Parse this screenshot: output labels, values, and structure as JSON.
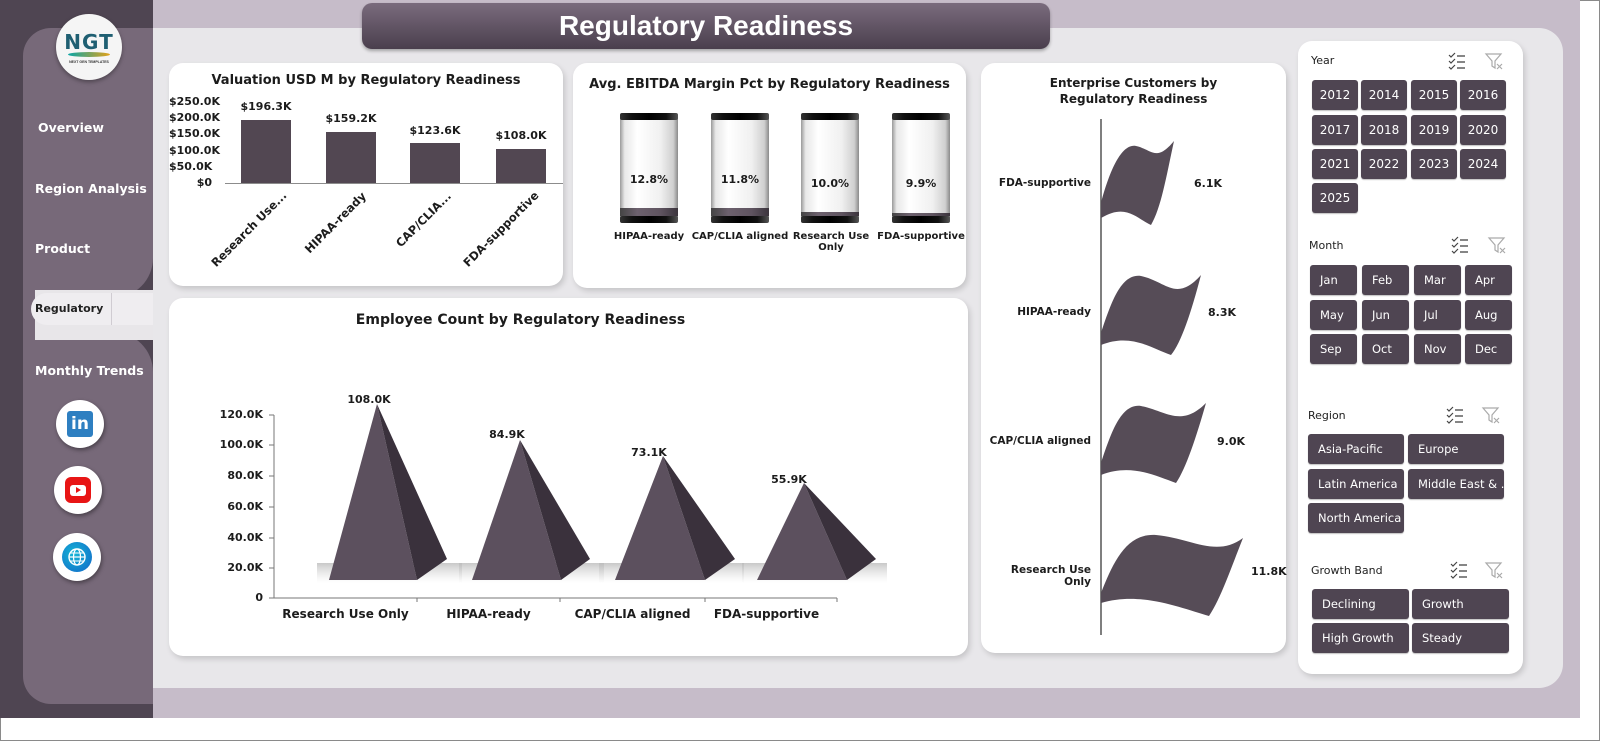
{
  "page": {
    "title": "Regulatory Readiness"
  },
  "logo": {
    "text": "NGT",
    "subtext": "NEXT GEN TEMPLATES"
  },
  "sidebar": {
    "items": [
      {
        "label": "Overview",
        "active": false
      },
      {
        "label": "Region Analysis",
        "active": false
      },
      {
        "label": "Product",
        "active": false
      },
      {
        "label": "Regulatory",
        "active": true
      },
      {
        "label": "Monthly Trends",
        "active": false
      }
    ],
    "social": [
      {
        "name": "linkedin-icon",
        "glyph": "in"
      },
      {
        "name": "youtube-icon",
        "glyph": "▶"
      },
      {
        "name": "globe-icon",
        "glyph": "🌐"
      }
    ]
  },
  "colors": {
    "accent_dark": "#4f4552",
    "sidebar": "#776979",
    "background_band": "#c6bcc9",
    "panel": "#e8e7ea",
    "bar": "#524752"
  },
  "chart_data": [
    {
      "type": "bar",
      "title": "Valuation USD M by Regulatory Readiness",
      "categories": [
        "Research Use...",
        "HIPAA-ready",
        "CAP/CLIA...",
        "FDA-supportive"
      ],
      "values": [
        196.3,
        159.2,
        123.6,
        108.0
      ],
      "value_labels": [
        "$196.3K",
        "$159.2K",
        "$123.6K",
        "$108.0K"
      ],
      "yticks": [
        "$250.0K",
        "$200.0K",
        "$150.0K",
        "$100.0K",
        "$50.0K",
        "$0"
      ],
      "ylim": [
        0,
        250
      ],
      "xlabel": "",
      "ylabel": ""
    },
    {
      "type": "bar",
      "title": "Avg. EBITDA Margin Pct by Regulatory Readiness",
      "categories": [
        "HIPAA-ready",
        "CAP/CLIA aligned",
        "Research Use Only",
        "FDA-supportive"
      ],
      "values": [
        12.8,
        11.8,
        10.0,
        9.9
      ],
      "value_labels": [
        "12.8%",
        "11.8%",
        "10.0%",
        "9.9%"
      ],
      "style": "cylinder-fill"
    },
    {
      "type": "bar",
      "title": "Employee Count  by Regulatory  Readiness",
      "categories": [
        "Research Use Only",
        "HIPAA-ready",
        "CAP/CLIA aligned",
        "FDA-supportive"
      ],
      "values": [
        108.0,
        84.9,
        73.1,
        55.9
      ],
      "value_labels": [
        "108.0K",
        "84.9K",
        "73.1K",
        "55.9K"
      ],
      "yticks": [
        "120.0K",
        "100.0K",
        "80.0K",
        "60.0K",
        "40.0K",
        "20.0K",
        "0"
      ],
      "ylim": [
        0,
        120
      ],
      "style": "3d-pyramid"
    },
    {
      "type": "bar",
      "orientation": "horizontal",
      "title": "Enterprise Customers by Regulatory Readiness",
      "categories": [
        "FDA-supportive",
        "HIPAA-ready",
        "CAP/CLIA aligned",
        "Research Use Only"
      ],
      "values": [
        6.1,
        8.3,
        9.0,
        11.8
      ],
      "value_labels": [
        "6.1K",
        "8.3K",
        "9.0K",
        "11.8K"
      ],
      "style": "flag-shapes"
    }
  ],
  "slicers": {
    "year": {
      "title": "Year",
      "items": [
        "2012",
        "2014",
        "2015",
        "2016",
        "2017",
        "2018",
        "2019",
        "2020",
        "2021",
        "2022",
        "2023",
        "2024",
        "2025"
      ]
    },
    "month": {
      "title": "Month",
      "items": [
        "Jan",
        "Feb",
        "Mar",
        "Apr",
        "May",
        "Jun",
        "Jul",
        "Aug",
        "Sep",
        "Oct",
        "Nov",
        "Dec"
      ]
    },
    "region": {
      "title": "Region",
      "items": [
        "Asia-Pacific",
        "Europe",
        "Latin America",
        "Middle East & ...",
        "North America"
      ]
    },
    "growth_band": {
      "title": "Growth Band",
      "items": [
        "Declining",
        "Growth",
        "High Growth",
        "Steady"
      ]
    }
  }
}
